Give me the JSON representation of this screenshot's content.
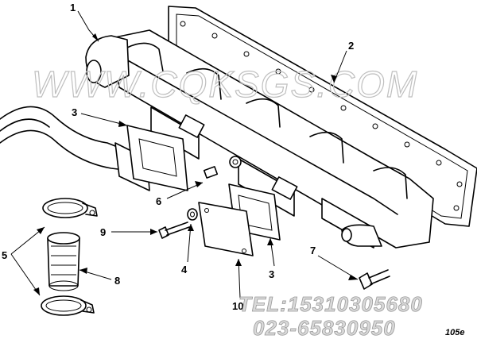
{
  "watermark": "WWW.CQKSGS.COM",
  "contact": {
    "tel": "TEL:15310305680",
    "phone": "023-65830950"
  },
  "figure_ref": "105e",
  "callouts": {
    "c1": "1",
    "c2": "2",
    "c3a": "3",
    "c3b": "3",
    "c4": "4",
    "c5": "5",
    "c6": "6",
    "c7": "7",
    "c8": "8",
    "c9": "9",
    "c10": "10"
  }
}
